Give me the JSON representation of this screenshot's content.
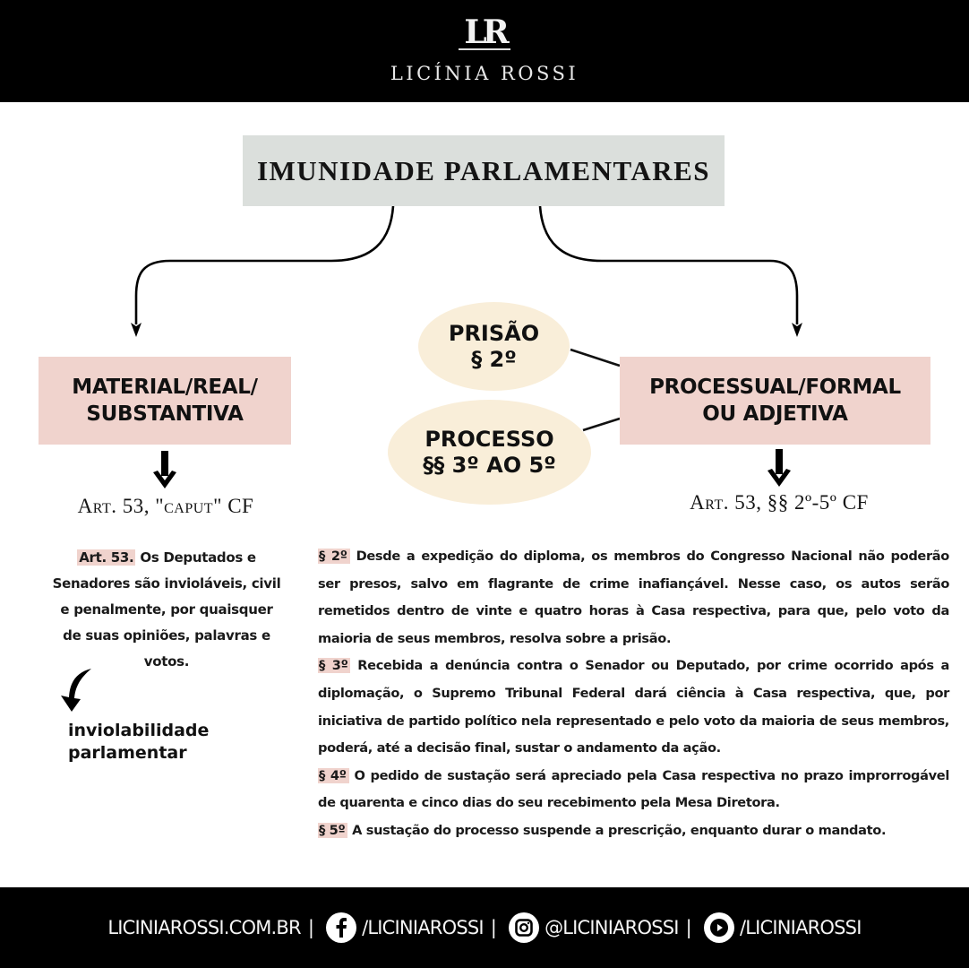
{
  "header": {
    "logo_mark": "LR",
    "brand_name": "LICÍNIA ROSSI",
    "background": "#000000"
  },
  "diagram": {
    "title": "IMUNIDADE PARLAMENTARES",
    "colors": {
      "title_box": "#dbdfdc",
      "category_box": "#f0d3cd",
      "ellipse": "#f9eed9",
      "highlight": "#f0d3cd"
    },
    "left_branch": {
      "label_line1": "MATERIAL/REAL/",
      "label_line2": "SUBSTANTIVA",
      "reference": "Art. 53, \"caput\" CF",
      "caput_label": "Art. 53.",
      "caput_text": " Os Deputados e Senadores são invioláveis, civil e penalmente, por quaisquer de suas opiniões, palavras e votos.",
      "consequence_line1": "inviolabilidade",
      "consequence_line2": "parlamentar"
    },
    "right_branch": {
      "label_line1": "PROCESSUAL/FORMAL",
      "label_line2": "OU ADJETIVA",
      "reference": "Art. 53, §§ 2º-5º CF",
      "sub_nodes": [
        {
          "line1": "PRISÃO",
          "line2": "§ 2º"
        },
        {
          "line1": "PROCESSO",
          "line2": "§§ 3º AO 5º"
        }
      ],
      "paragraphs": [
        {
          "label": "§ 2º",
          "text": " Desde a expedição do diploma, os membros do Congresso Nacional não poderão ser presos, salvo em flagrante de crime inafiançável. Nesse caso, os autos serão remetidos dentro de vinte e quatro horas à Casa respectiva, para que, pelo voto da maioria de seus membros, resolva sobre a prisão."
        },
        {
          "label": "§ 3º",
          "text": " Recebida a denúncia contra o Senador ou Deputado, por crime ocorrido após a diplomação, o Supremo Tribunal Federal dará ciência à Casa respectiva, que, por iniciativa de partido político nela representado e pelo voto da maioria de seus membros, poderá, até a decisão final, sustar o andamento da ação."
        },
        {
          "label": "§ 4º",
          "text": " O pedido de sustação será apreciado pela Casa respectiva no prazo improrrogável de quarenta e cinco dias do seu recebimento pela Mesa Diretora."
        },
        {
          "label": "§ 5º",
          "text": " A sustação do processo suspende a prescrição, enquanto durar o mandato."
        }
      ]
    }
  },
  "footer": {
    "website": "LICINIAROSSI.COM.BR",
    "separator": "|",
    "facebook": {
      "icon": "facebook-icon",
      "handle": "/LICINIAROSSI"
    },
    "instagram": {
      "icon": "instagram-icon",
      "handle": "@LICINIAROSSI"
    },
    "youtube": {
      "icon": "youtube-icon",
      "handle": "/LICINIAROSSI"
    }
  }
}
